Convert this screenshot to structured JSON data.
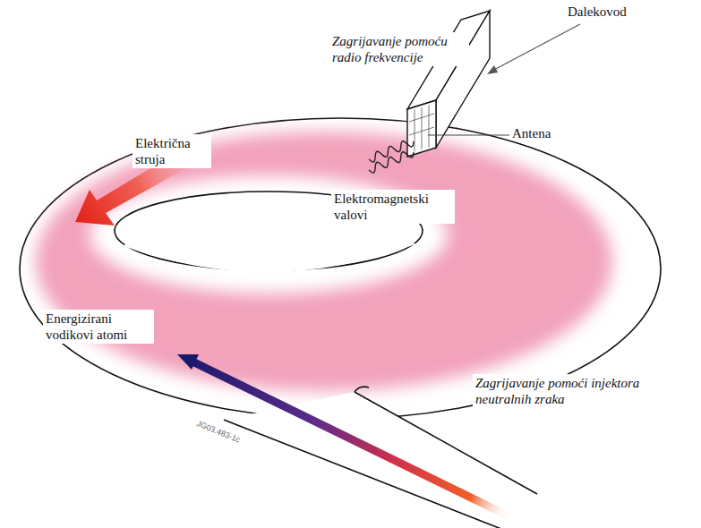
{
  "diagram": {
    "labels": [
      "Dalekovod",
      "Zagrijavanje pomoću radio frekvencije",
      "Antena",
      "Električna struja",
      "Elektromagnetski valovi",
      "Energizirani vodikovi atomi",
      "Zagrijavanje pomoći injektora neutralnih zraka",
      "JG03.483-1c"
    ]
  }
}
